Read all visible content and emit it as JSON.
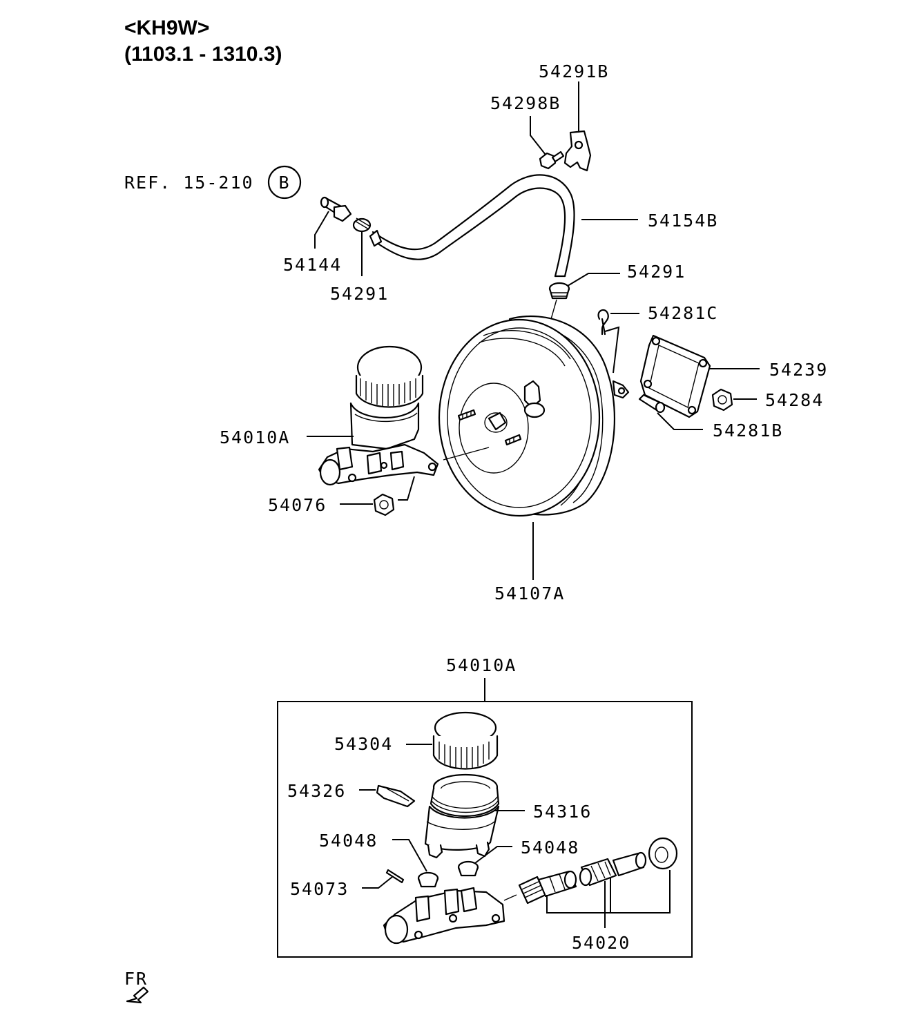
{
  "header": {
    "model": "<KH9W>",
    "range": "(1103.1 - 1310.3)"
  },
  "reference": {
    "text": "REF. 15-210",
    "badge": "B"
  },
  "labels": {
    "p54291B": "54291B",
    "p54298B": "54298B",
    "p54154B": "54154B",
    "p54144": "54144",
    "p54291_left": "54291",
    "p54291_right": "54291",
    "p54281C": "54281C",
    "p54239": "54239",
    "p54284": "54284",
    "p54281B": "54281B",
    "p54010A_top": "54010A",
    "p54076": "54076",
    "p54107A": "54107A",
    "p54010A_box": "54010A",
    "p54304": "54304",
    "p54326": "54326",
    "p54316": "54316",
    "p54048_left": "54048",
    "p54048_right": "54048",
    "p54073": "54073",
    "p54020": "54020"
  },
  "orientation": {
    "text": "FR"
  }
}
